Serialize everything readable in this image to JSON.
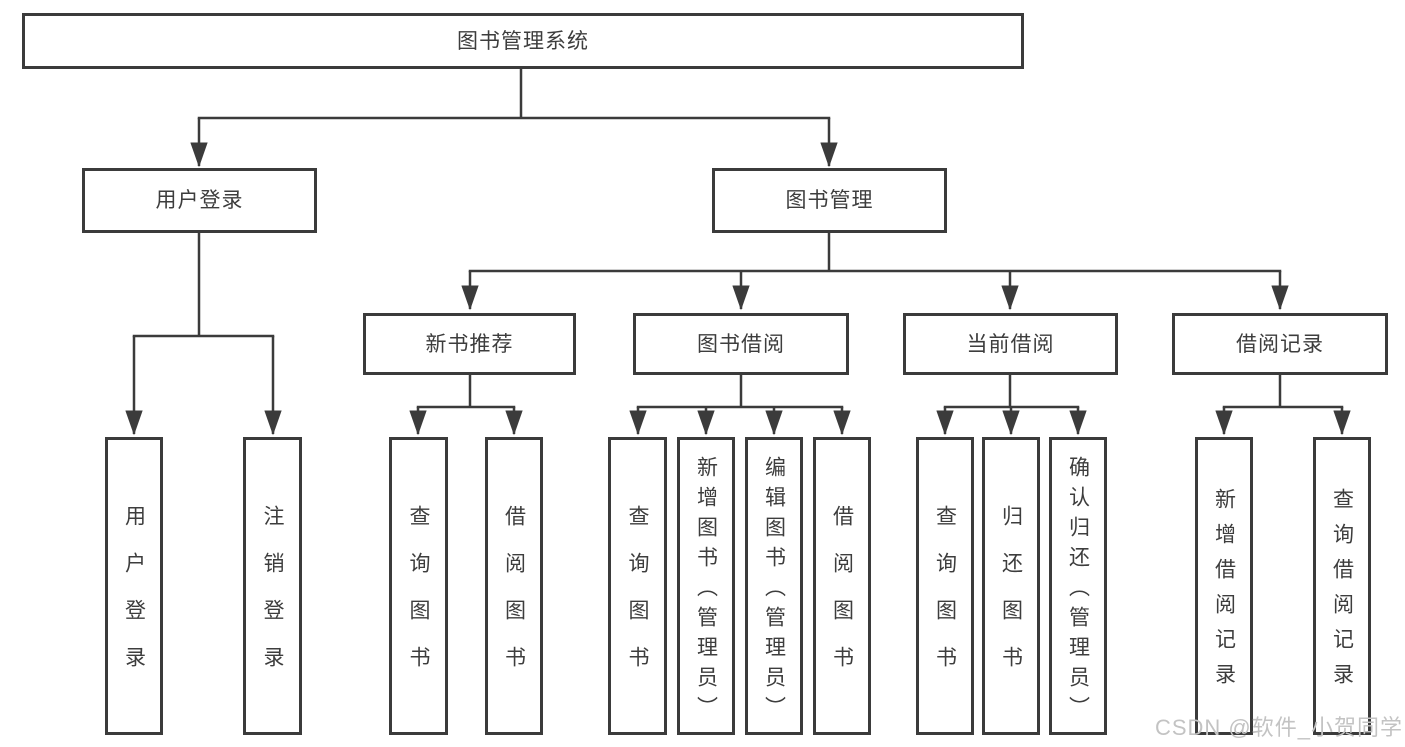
{
  "diagram": {
    "root": {
      "label": "图书管理系统"
    },
    "branches": [
      {
        "label": "用户登录",
        "children": [
          "用户登录",
          "注销登录"
        ]
      },
      {
        "label": "图书管理"
      }
    ],
    "modules": [
      {
        "label": "新书推荐",
        "children": [
          "查询图书",
          "借阅图书"
        ]
      },
      {
        "label": "图书借阅",
        "children": [
          "查询图书",
          "新增图书（管理员）",
          "编辑图书（管理员）",
          "借阅图书"
        ]
      },
      {
        "label": "当前借阅",
        "children": [
          "查询图书",
          "归还图书",
          "确认归还（管理员）"
        ]
      },
      {
        "label": "借阅记录",
        "children": [
          "新增借阅记录",
          "查询借阅记录"
        ]
      }
    ]
  },
  "watermark": "CSDN @软件_小贺同学",
  "colors": {
    "line": "#3b3b3b",
    "box_border": "#3b3b3b",
    "text": "#3d3d3d",
    "background": "#ffffff",
    "watermark": "#c3c3c3"
  }
}
